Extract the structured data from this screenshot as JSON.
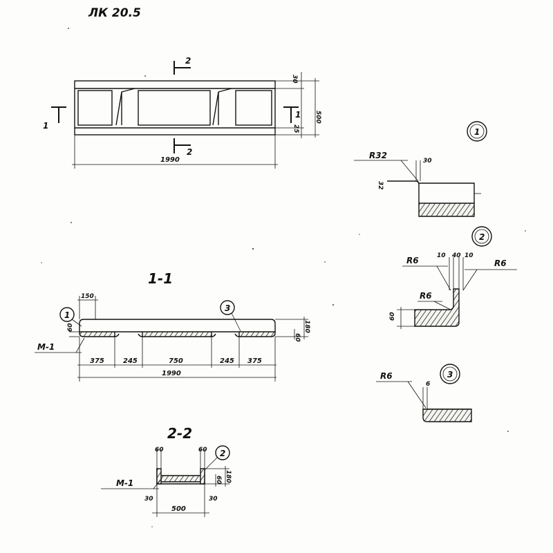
{
  "title": "ЛК 20.5",
  "plan": {
    "length": "1990",
    "width": "500",
    "edge_top": "30",
    "edge_bottom": "25",
    "section_1_left": "1",
    "section_1_right": "1",
    "section_2_top": "2",
    "section_2_bottom": "2"
  },
  "section_1_1": {
    "label": "1-1",
    "end_width": "150",
    "height": "180",
    "flange": "60",
    "flange_left": "60",
    "spans": [
      "375",
      "245",
      "750",
      "245",
      "375"
    ],
    "overall": "1990",
    "mark": "М-1",
    "callout_1": "1",
    "callout_3": "3"
  },
  "section_2_2": {
    "label": "2-2",
    "wall_left": "60",
    "wall_right": "60",
    "depth": "180",
    "slab": "60",
    "edge_left": "30",
    "edge_right": "30",
    "width": "500",
    "mark": "М-1",
    "callout_2": "2"
  },
  "detail_1": {
    "number": "1",
    "radius": "R32",
    "dim_top": "30",
    "dim_side": "32"
  },
  "detail_2": {
    "number": "2",
    "r_left": "R6",
    "r_right": "R6",
    "r_inner": "R6",
    "dims_top": [
      "10",
      "40",
      "10"
    ],
    "height": "60"
  },
  "detail_3": {
    "number": "3",
    "radius": "R6",
    "dim": "6"
  }
}
